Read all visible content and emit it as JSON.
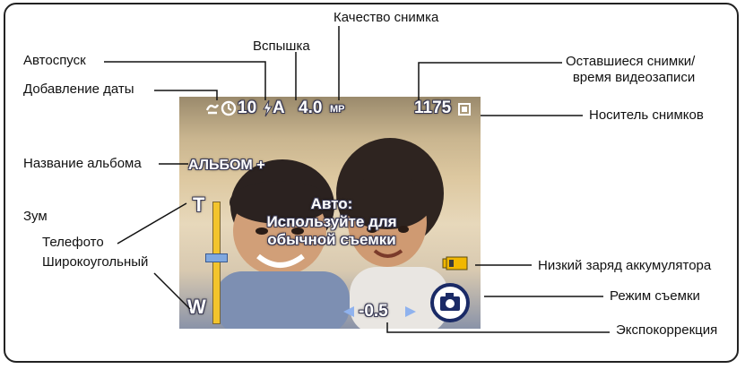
{
  "callouts": {
    "self_timer": "Автоспуск",
    "date_stamp": "Добавление даты",
    "flash": "Вспышка",
    "picture_quality": "Качество снимка",
    "remaining_pictures_line1": "Оставшиеся снимки/",
    "remaining_pictures_line2": "время видеозаписи",
    "storage_location": "Носитель снимков",
    "album_name": "Название альбома",
    "zoom": "Зум",
    "telephoto": "Телефото",
    "wide_angle": "Широкоугольный",
    "low_battery": "Низкий заряд аккумулятора",
    "capture_mode": "Режим съемки",
    "exposure_compensation": "Экспокоррекция"
  },
  "lcd": {
    "self_timer_value": "10",
    "flash_value": "A",
    "quality_value": "4.0",
    "quality_unit": "MP",
    "remaining_count": "1175",
    "album_text": "АЛЬБОМ +",
    "mode_line1": "Авто:",
    "mode_line2": "Используйте для",
    "mode_line3": "обычной съемки",
    "zoom_tele_label": "T",
    "zoom_wide_label": "W",
    "zoom_level": 0.55,
    "exposure_value": "-0.5"
  },
  "colors": {
    "zoom_bar": "#f3c42c",
    "zoom_thumb": "#7fa8e0",
    "battery": "#f1b700",
    "arrows": "#8fb2ee"
  }
}
